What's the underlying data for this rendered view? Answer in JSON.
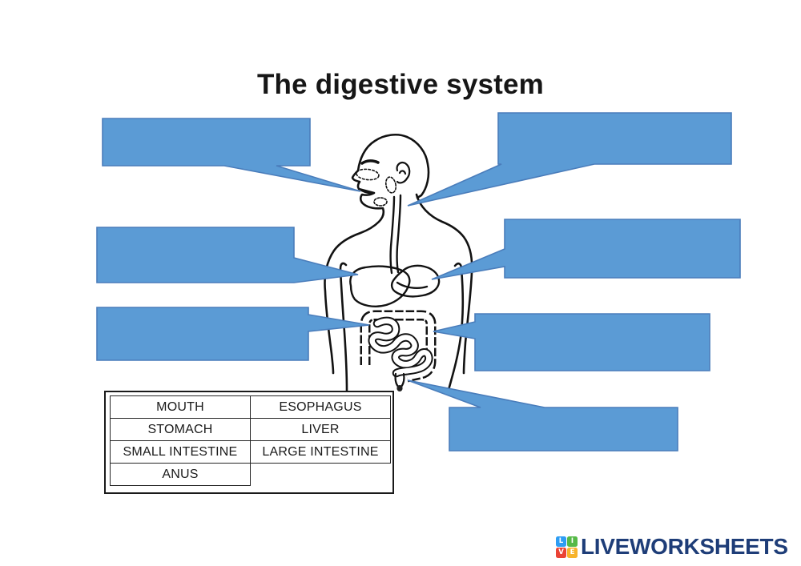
{
  "title": "The digestive system",
  "colors": {
    "callout_fill": "#5b9bd5",
    "callout_border": "#4a7dbb",
    "drawing_outline": "#121212",
    "table_border": "#1a1a1a"
  },
  "figure": {
    "icon": "human-digestive-system-line-drawing"
  },
  "callouts": {
    "targets": [
      "mouth",
      "esophagus",
      "liver",
      "stomach",
      "small-intestine",
      "large-intestine",
      "anus"
    ]
  },
  "word_bank": {
    "words": [
      "MOUTH",
      "ESOPHAGUS",
      "STOMACH",
      "LIVER",
      "SMALL INTESTINE",
      "LARGE INTESTINE",
      "ANUS"
    ]
  },
  "logo": {
    "text": "LIVEWORKSHEETS",
    "text_color": "#1e3d78",
    "squares": [
      {
        "letter": "L",
        "color": "#2e9df3"
      },
      {
        "letter": "I",
        "color": "#56b947"
      },
      {
        "letter": "V",
        "color": "#ea4335"
      },
      {
        "letter": "E",
        "color": "#f7b32b"
      }
    ]
  }
}
